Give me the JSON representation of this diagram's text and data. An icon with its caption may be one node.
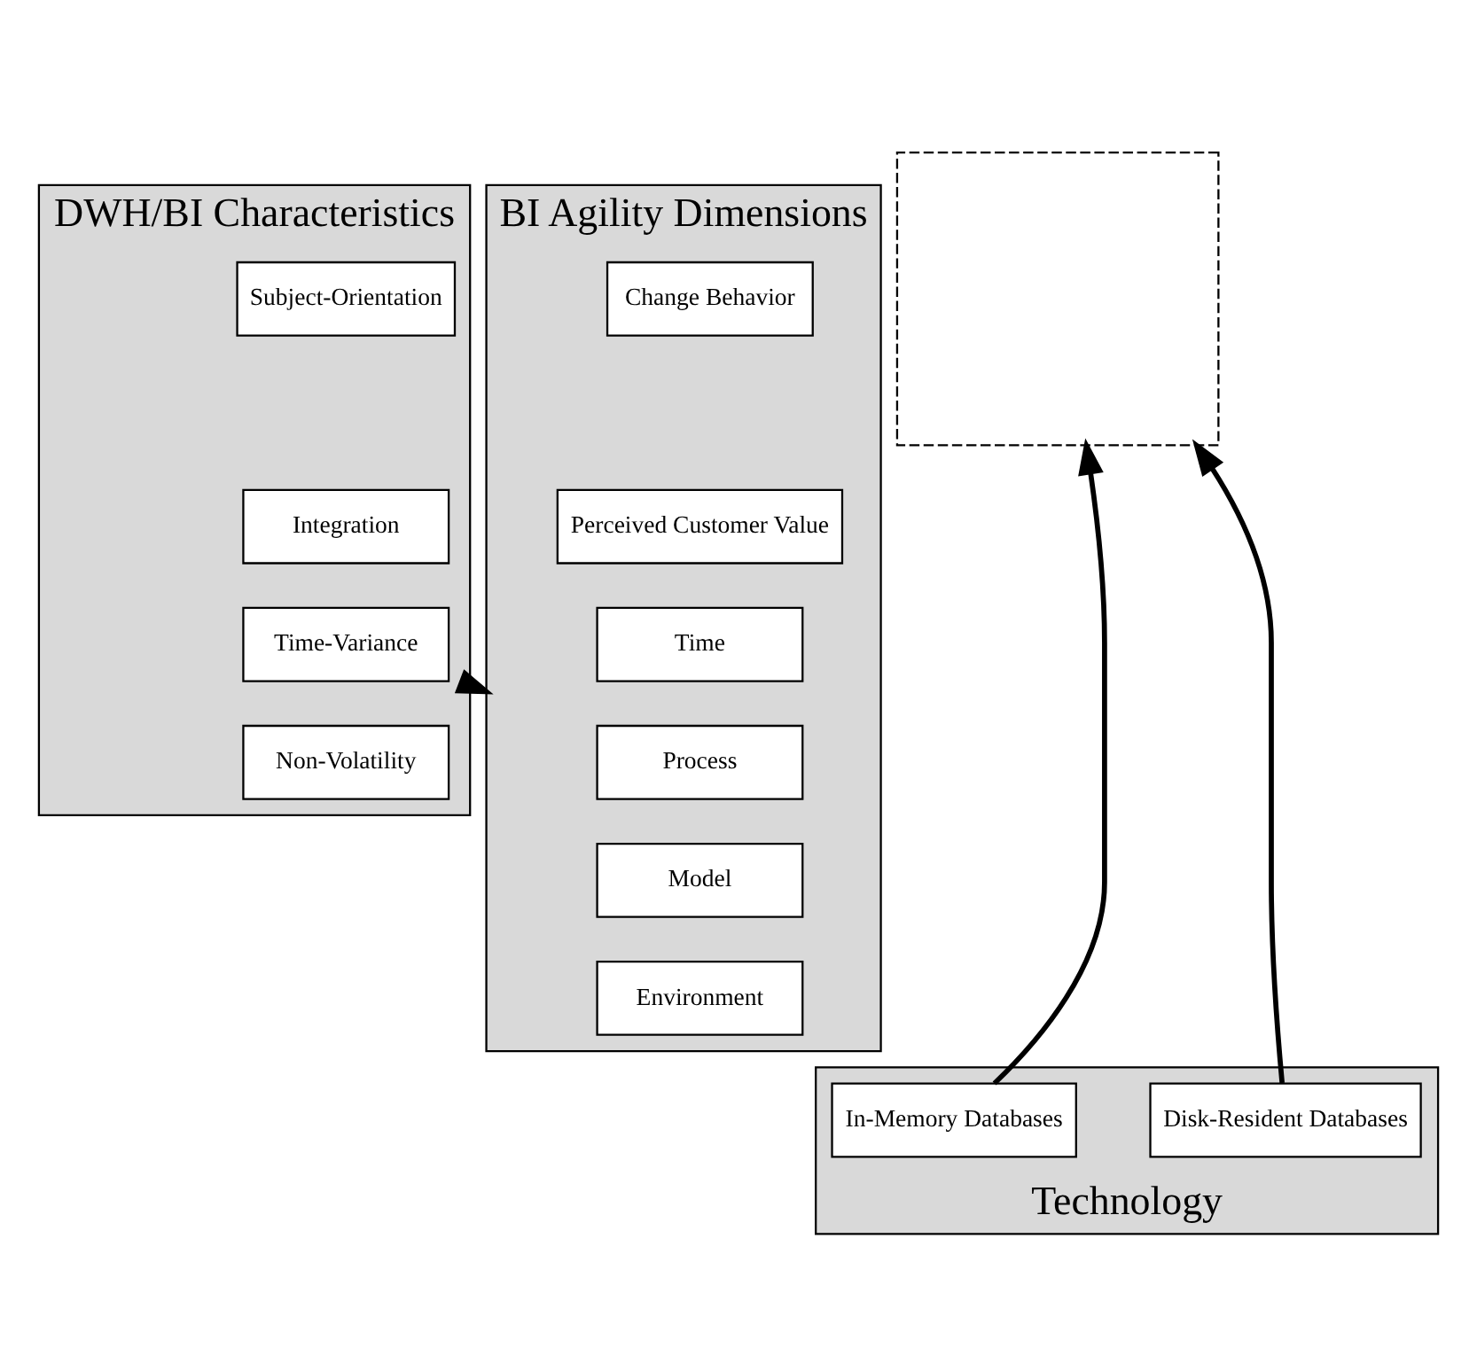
{
  "diagram": {
    "nodes": [
      {
        "text": [
          "DWH/BI Characteristics"
        ]
      },
      {
        "text": [
          "Subject-Orientation"
        ],
        "in": 0
      },
      {
        "text": [
          "Integration"
        ],
        "in": 0
      },
      {
        "text": [
          "Time-Variance"
        ],
        "in": 0
      },
      {
        "text": [
          "Non-Volatility"
        ],
        "in": 0
      },
      {
        "text": [],
        "shape": "box"
      },
      {
        "text": [
          "BI Agility Dimensions"
        ]
      },
      {
        "text": [
          "Change Behavior"
        ],
        "in": 6
      },
      {
        "text": [
          "Perceived Customer Value"
        ],
        "in": 6
      },
      {
        "text": [
          "Time"
        ],
        "in": 6
      },
      {
        "text": [
          "Process"
        ],
        "in": 6
      },
      {
        "text": [
          "Model"
        ],
        "in": 6
      },
      {
        "text": [
          "Environment"
        ],
        "in": 6
      },
      {
        "text": [
          "Technology"
        ]
      },
      {
        "text": [
          "In-Memory Databases"
        ],
        "in": 13
      },
      {
        "text": [
          "Disk-Resident Databases"
        ],
        "in": 13
      }
    ],
    "edges": [
      {
        "from": 0,
        "to": 6,
        "arrow": "to"
      },
      {
        "from": 14,
        "to": 5,
        "arrow": "to"
      },
      {
        "from": 15,
        "to": 5,
        "arrow": "to"
      }
    ]
  }
}
